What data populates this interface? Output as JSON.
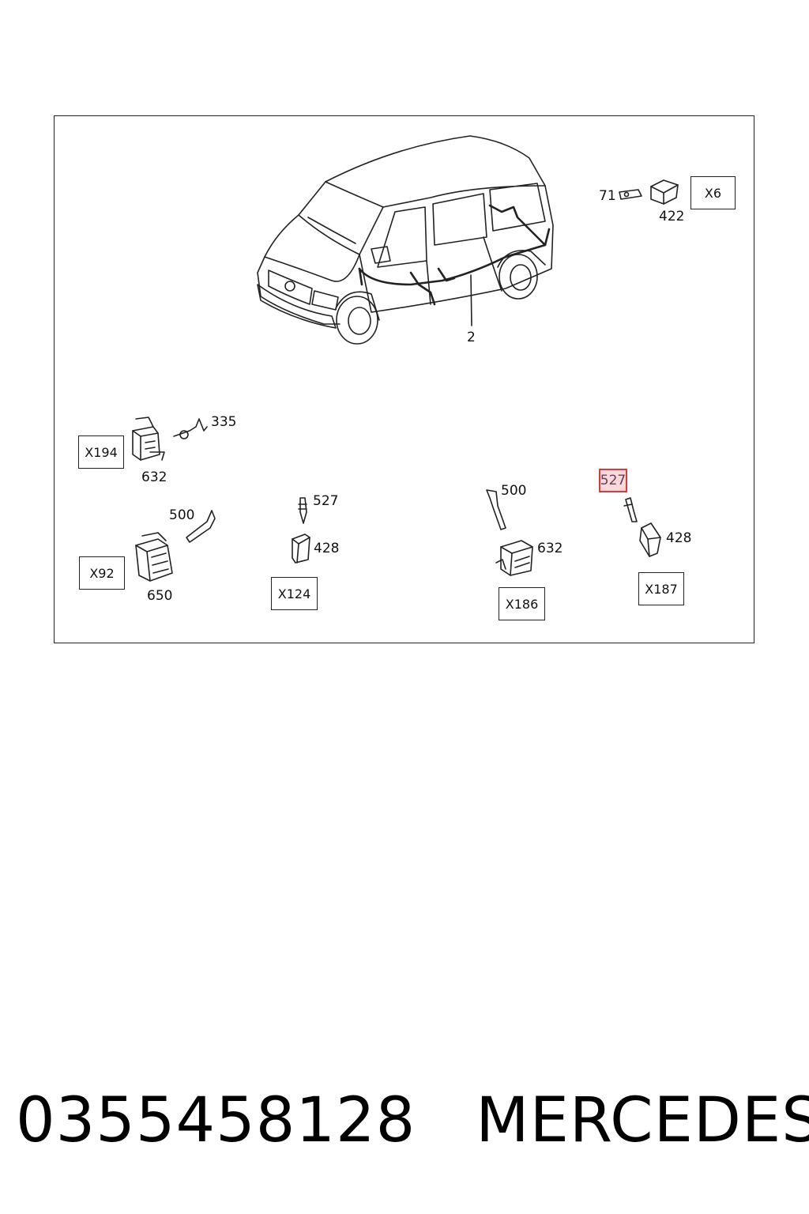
{
  "labels": {
    "n2": "2",
    "n71": "71",
    "n422": "422",
    "x6": "X6",
    "x194": "X194",
    "n632a": "632",
    "n335": "335",
    "n500a": "500",
    "x92": "X92",
    "n650": "650",
    "n527a": "527",
    "n428a": "428",
    "x124": "X124",
    "n500b": "500",
    "n632b": "632",
    "x186": "X186",
    "n527b": "527",
    "n428b": "428",
    "x187": "X187"
  },
  "footer": {
    "part_number": "0355458128",
    "brand": "MERCEDES"
  },
  "colors": {
    "highlight_border": "#e0363a",
    "highlight_fill": "#f3c2c6",
    "line": "#222222"
  }
}
